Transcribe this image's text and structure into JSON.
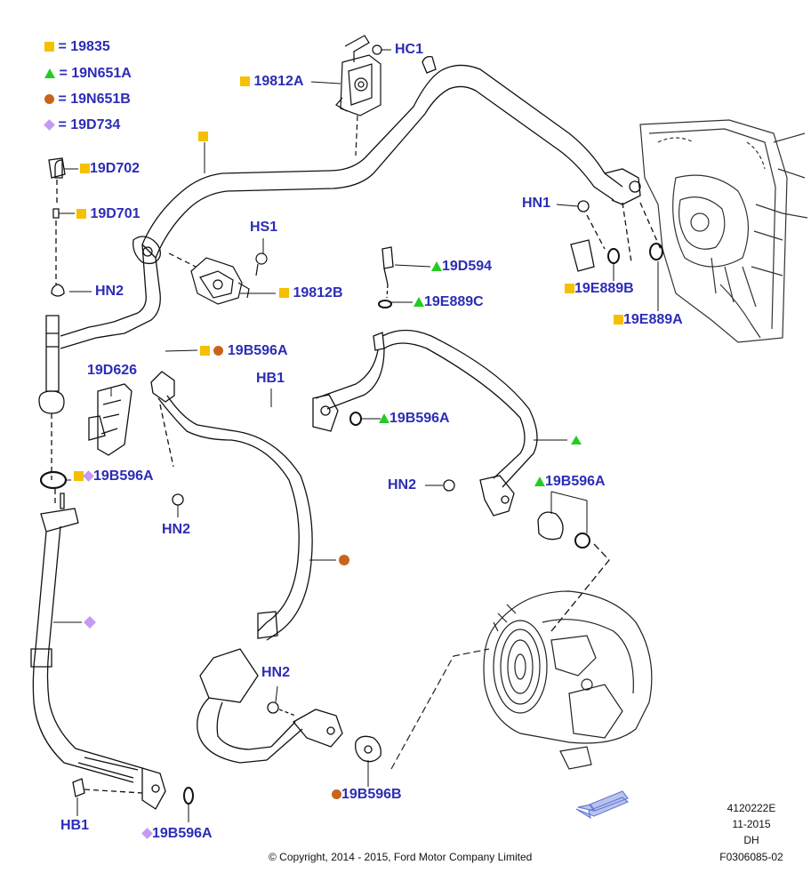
{
  "legend": [
    {
      "marker": "square",
      "text": "= 19835"
    },
    {
      "marker": "triangle",
      "text": "= 19N651A"
    },
    {
      "marker": "circle",
      "text": "= 19N651B"
    },
    {
      "marker": "diamond",
      "text": "= 19D734"
    }
  ],
  "colors": {
    "label_text": "#2c2cb8",
    "square_marker": "#f5c000",
    "triangle_marker": "#22cc22",
    "circle_marker": "#c8641e",
    "diamond_marker": "#c59af0",
    "line": "#111111",
    "arrow_fill": "#b8c4ee",
    "arrow_stroke": "#6a7ad6"
  },
  "labels": {
    "hc1": "HC1",
    "p19812a": "19812A",
    "p19d702": "19D702",
    "p19d701": "19D701",
    "hs1": "HS1",
    "hn1": "HN1",
    "p19d594": "19D594",
    "p19e889c": "19E889C",
    "p19e889b": "19E889B",
    "p19e889a": "19E889A",
    "hn2_a": "HN2",
    "p19812b": "19812B",
    "p19b596a_1": "19B596A",
    "p19d626": "19D626",
    "hb1_a": "HB1",
    "p19b596a_2": "19B596A",
    "p19b596a_3": "19B596A",
    "hn2_b": "HN2",
    "p19b596a_4": "19B596A",
    "hn2_c": "HN2",
    "hn2_d": "HN2",
    "p19b596b": "19B596B",
    "hb1_b": "HB1",
    "p19b596a_5": "19B596A"
  },
  "footer": {
    "copyright": "© Copyright, 2014 - 2015, Ford Motor Company Limited",
    "illustration_id": "4120222E",
    "date": "11-2015",
    "vehicle_code": "DH",
    "figure_number": "F0306085-02"
  }
}
